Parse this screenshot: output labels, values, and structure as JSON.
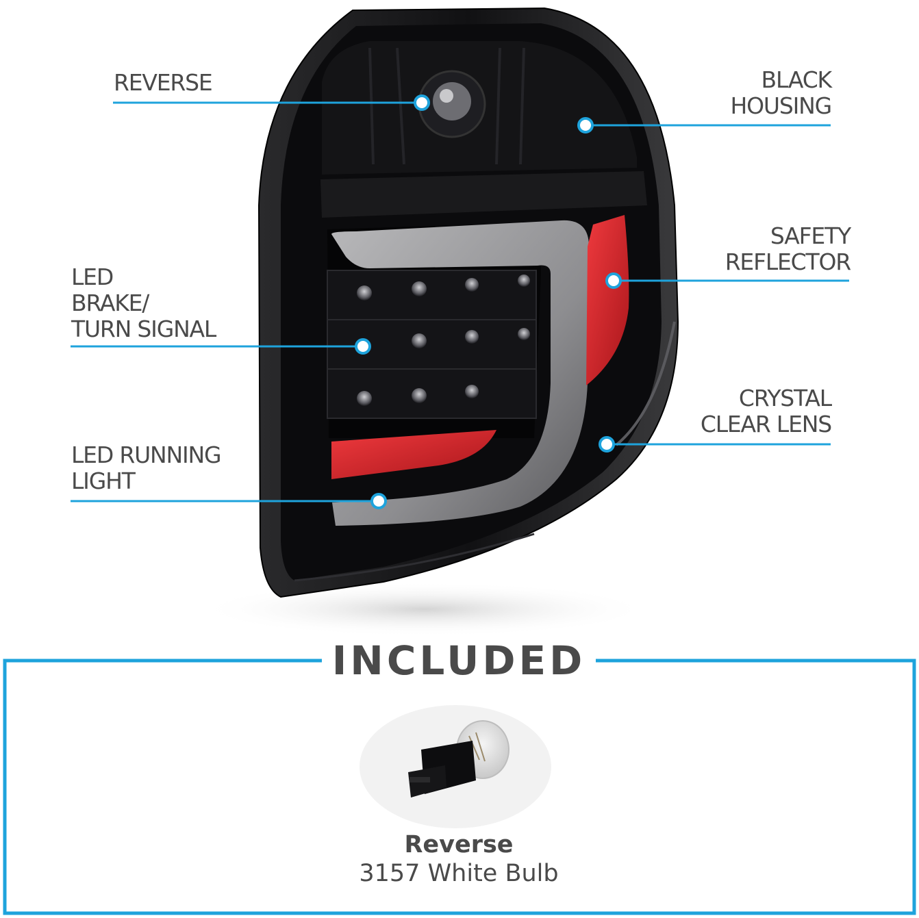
{
  "callouts": {
    "reverse": "REVERSE",
    "black_housing": "BLACK\nHOUSING",
    "safety_reflector": "SAFETY\nREFLECTOR",
    "led_brake": "LED\nBRAKE/\nTURN SIGNAL",
    "crystal_lens": "CRYSTAL\nCLEAR LENS",
    "led_running": "LED RUNNING\nLIGHT"
  },
  "included": {
    "title": "INCLUDED",
    "bulb_name": "Reverse",
    "bulb_desc": "3157 White Bulb"
  },
  "colors": {
    "accent": "#1ea3dc",
    "text": "#4a4a4a",
    "housing": "#0c0c0e",
    "reflector_red": "#d9262b"
  }
}
